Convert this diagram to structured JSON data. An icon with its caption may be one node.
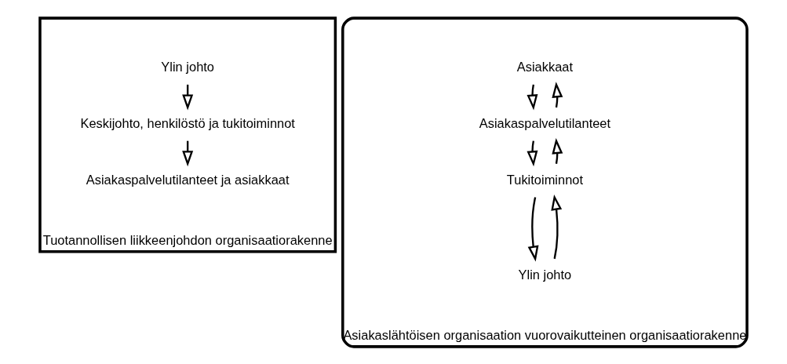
{
  "diagram": {
    "nodes": [
      {
        "text": [],
        "shape": "triangle",
        "beside": [
          "Tuotannollisen liikkeenjohdon organisaatiorakenne"
        ]
      },
      {
        "text": [
          "Ylin johto"
        ],
        "in": 0
      },
      {
        "text": [
          "Keskijohto, henkilöstö ja tukitoiminnot"
        ],
        "in": 0
      },
      {
        "text": [
          "Asiakaspalvelutilanteet ja asiakkaat"
        ],
        "in": 0
      },
      {
        "text": [],
        "shape": "invtriangle",
        "beside": [
          "Asiakaslähtöisen organisaation vuorovaikutteinen organisaatiorakenne"
        ]
      },
      {
        "text": [
          "Asiakkaat"
        ],
        "in": 4
      },
      {
        "text": [
          "Asiakaspalvelutilanteet"
        ],
        "in": 4
      },
      {
        "text": [
          "Tukitoiminnot"
        ],
        "in": 4
      },
      {
        "text": [
          "Ylin johto"
        ],
        "in": 4
      }
    ],
    "edges": [
      {
        "from": 1,
        "to": 2,
        "arrow": "to"
      },
      {
        "from": 2,
        "to": 3,
        "arrow": "to"
      },
      {
        "from": 5,
        "to": 6,
        "arrow": "to"
      },
      {
        "from": 6,
        "to": 5,
        "arrow": "to"
      },
      {
        "from": 6,
        "to": 7,
        "arrow": "to"
      },
      {
        "from": 7,
        "to": 6,
        "arrow": "to"
      },
      {
        "from": 7,
        "to": 8,
        "arrow": "to"
      },
      {
        "from": 8,
        "to": 7,
        "arrow": "to"
      }
    ]
  }
}
